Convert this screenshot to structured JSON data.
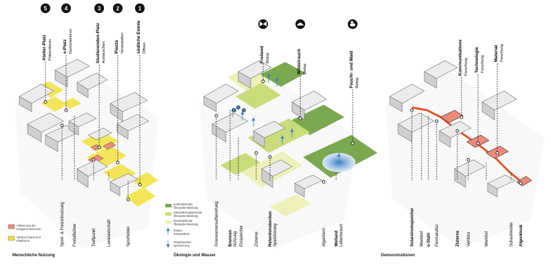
{
  "panels": [
    {
      "title": "Menschliche Nutzung",
      "top_labels": [
        {
          "num": "5",
          "name": "Atelier-Platz",
          "sub": "Präsentieren"
        },
        {
          "num": "4",
          "name": "e-Platz",
          "sub": "Demonstrieren"
        },
        {
          "num": "3",
          "name": "Studierenden-Platz",
          "sub": "Austauschen"
        },
        {
          "num": "2",
          "name": "Piazza",
          "sub": "Veranstalten"
        },
        {
          "num": "1",
          "name": "südliche Entrée",
          "sub": "Öffnen"
        }
      ],
      "bottom_labels": [
        {
          "name": "Sport- & Freizeitnutzung",
          "bold": false
        },
        {
          "name": "Freilufbühne",
          "bold": false
        },
        {
          "name": "Treffpunkt",
          "bold": false
        },
        {
          "name": "Lernlandschaft",
          "bold": false
        },
        {
          "name": "Sportfelder",
          "bold": false
        }
      ],
      "legend": [
        {
          "color": "#f08a78",
          "text": [
            "Aktivierung der",
            "Erdgeschosszonen"
          ]
        },
        {
          "color": "#f2e23c",
          "text": [
            "Urbanes Band und",
            "Plattforme"
          ]
        }
      ]
    },
    {
      "title": "Ökologie und Wasser",
      "top_labels": [
        {
          "icon": "butterfly-icon",
          "name": "Freiland",
          "sub": "Biotop"
        },
        {
          "icon": "hedgehog-icon",
          "name": "Wildstrauch",
          "sub": "Biotop"
        },
        {
          "icon": "bee-icon",
          "name": "Feucht- und Wald",
          "sub": "Biotop"
        }
      ],
      "bottom_labels": [
        {
          "name": "Grauwasseraufbereitung",
          "bold": false
        },
        {
          "name": "Brunnen",
          "sub": "Nutzung",
          "bold": true
        },
        {
          "name": "Eisspeicher",
          "bold": false
        },
        {
          "name": "Zisterne",
          "bold": false
        },
        {
          "name": "Retentionsbecken",
          "sub": "Speicherung",
          "bold": true
        },
        {
          "name": "Algenfarm",
          "bold": false
        },
        {
          "name": "Wetland",
          "sub": "Lebensraum",
          "bold": true
        }
      ],
      "legend": [
        {
          "color": "#7aa84e",
          "text": [
            "unterstützende",
            "Ökosystemleistung"
          ]
        },
        {
          "color": "#c9dc7a",
          "text": [
            "kulturelle/regulierende",
            "Ökosystemleistung"
          ]
        },
        {
          "color": "#eef0b8",
          "text": [
            "bereitstellende",
            "Ökosystemleistung"
          ]
        },
        {
          "color": "#3f7fc4",
          "arrow": "up",
          "text": [
            "Evapo-",
            "transpiration"
          ]
        },
        {
          "color": "#3f7fc4",
          "arrow": "down",
          "text": [
            "Regenwasser-",
            "speicherung"
          ]
        }
      ]
    },
    {
      "title": "Demonstrationen",
      "top_labels": [
        {
          "name": "Kommunikations",
          "sub": "Forschung"
        },
        {
          "name": "Technologie",
          "sub": "Forschung"
        },
        {
          "name": "Material",
          "sub": "Forschung"
        }
      ],
      "bottom_labels": [
        {
          "name": "Solarstromspeicher",
          "bold": true
        },
        {
          "name": "Werkhof",
          "bold": false
        },
        {
          "name": "e-Stahl",
          "bold": true
        },
        {
          "name": "Permakultur",
          "bold": false
        },
        {
          "name": "Zisterne",
          "bold": true
        },
        {
          "name": "Vertikka",
          "bold": false
        },
        {
          "name": "Werkhof",
          "bold": false
        },
        {
          "name": "Schaufenster",
          "bold": false
        },
        {
          "name": "Algenkiosk",
          "bold": true
        }
      ]
    }
  ],
  "colors": {
    "yellow": "#f2e23c",
    "salmon": "#f08a78",
    "orange": "#e8532b",
    "green_dark": "#7aa84e",
    "green_mid": "#c9dc7a",
    "green_light": "#eef0b8",
    "water_blue": "#3f7fc4",
    "building_grey": "#d9d9d9"
  }
}
